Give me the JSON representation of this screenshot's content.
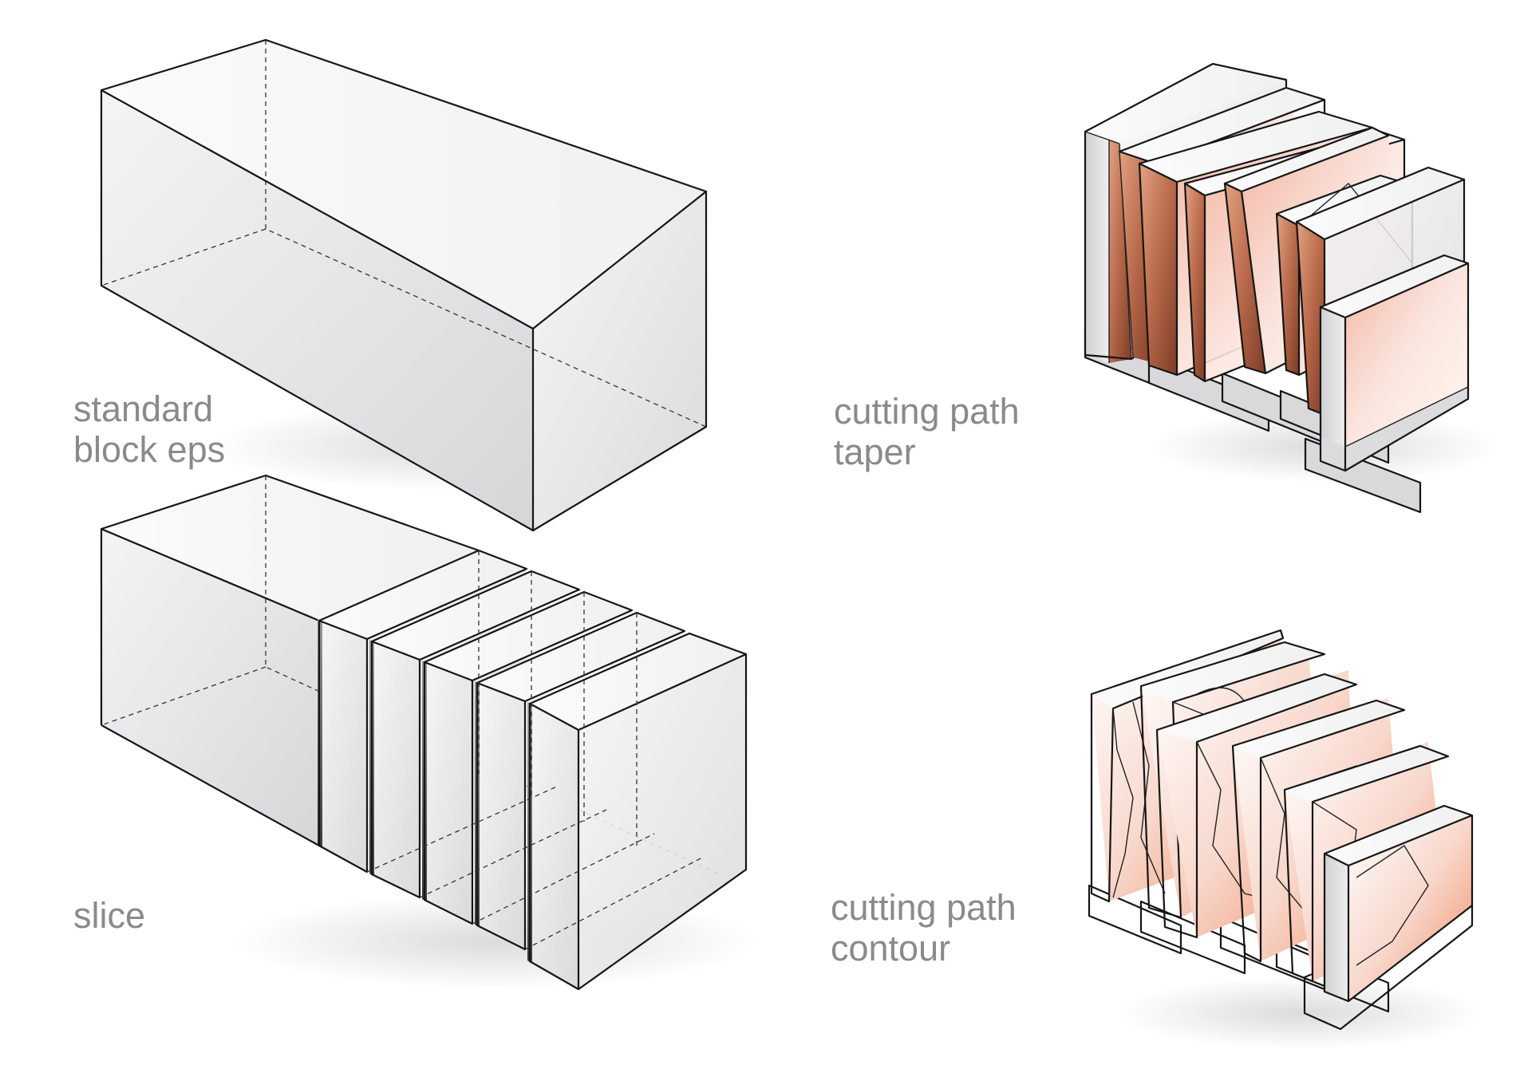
{
  "captions": {
    "standard_block": [
      "standard",
      "block eps"
    ],
    "slice": [
      "slice"
    ],
    "taper": [
      "cutting path",
      "taper"
    ],
    "contour": [
      "cutting path",
      "contour"
    ]
  },
  "colors": {
    "background": "#ffffff",
    "caption": "#8a8a8a",
    "edge": "#151515",
    "block_face": "#e9e9eb",
    "cut_face_copper": "#c77a56",
    "cut_face_pink": "#f6d2c6",
    "cut_face_orange": "#f07a3c"
  }
}
